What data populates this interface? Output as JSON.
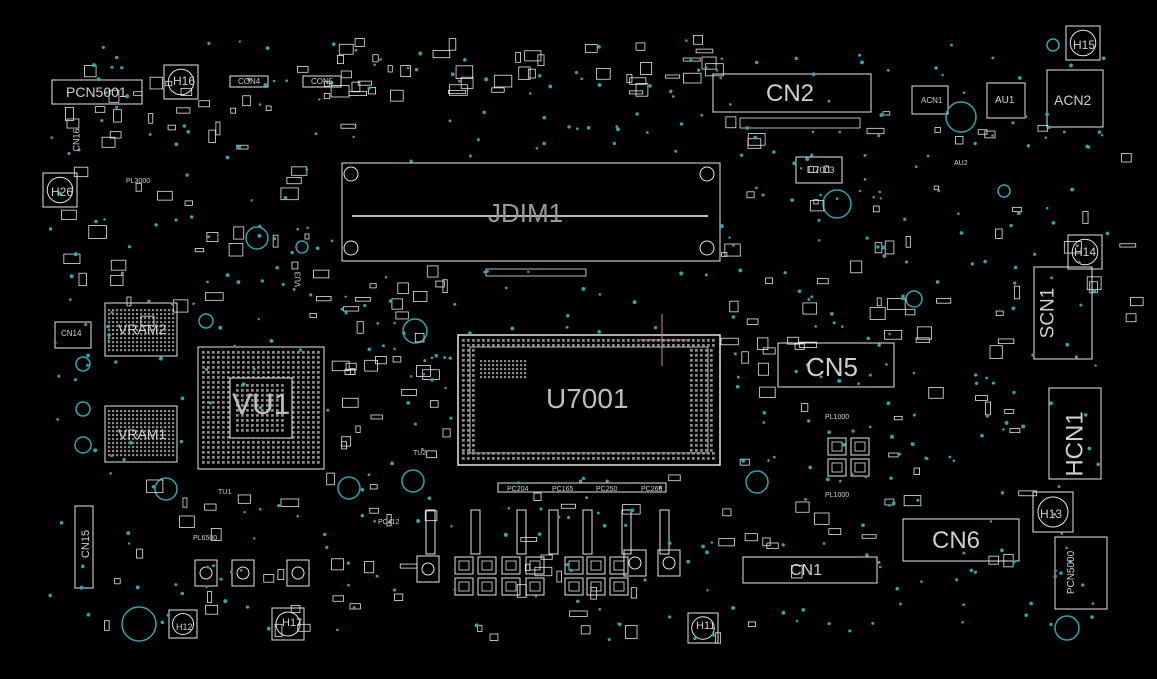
{
  "board": {
    "background": "#000000",
    "outline_color": "#e6e6e6",
    "via_color": "#2aa6b4",
    "labels": {
      "pcn5001": "PCN5001",
      "h16": "H16",
      "con4": "CON4",
      "con5": "CON5",
      "cn16": "CN16",
      "h26": "H26",
      "pl3000": "PL3000",
      "cn14": "CN14",
      "vram2": "VRAM2",
      "vram1": "VRAM1",
      "vu1": "VU1",
      "vu3": "VU3",
      "cn15": "CN15",
      "h17": "H17",
      "h12": "H12",
      "jdim1": "JDIM1",
      "u7001": "U7001",
      "cn2": "CN2",
      "u7003": "U7003",
      "acn1": "ACN1",
      "au1": "AU1",
      "acn2": "ACN2",
      "h15": "H15",
      "au2": "AU2",
      "h14": "H14",
      "scn1": "SCN1",
      "cn5": "CN5",
      "hcn1": "HCN1",
      "h13": "H13",
      "cn6": "CN6",
      "cn1": "CN1",
      "pcn5000": "PCN5000",
      "h11": "H11",
      "pl1000a": "PL1000",
      "pl1000b": "PL1000",
      "pc412": "PC412",
      "pc204": "PC204",
      "pc165": "PC165",
      "pc250": "PC250",
      "pc266": "PC266",
      "pl6500": "PL6500",
      "tu1": "TU1",
      "tu2": "TU2"
    }
  }
}
